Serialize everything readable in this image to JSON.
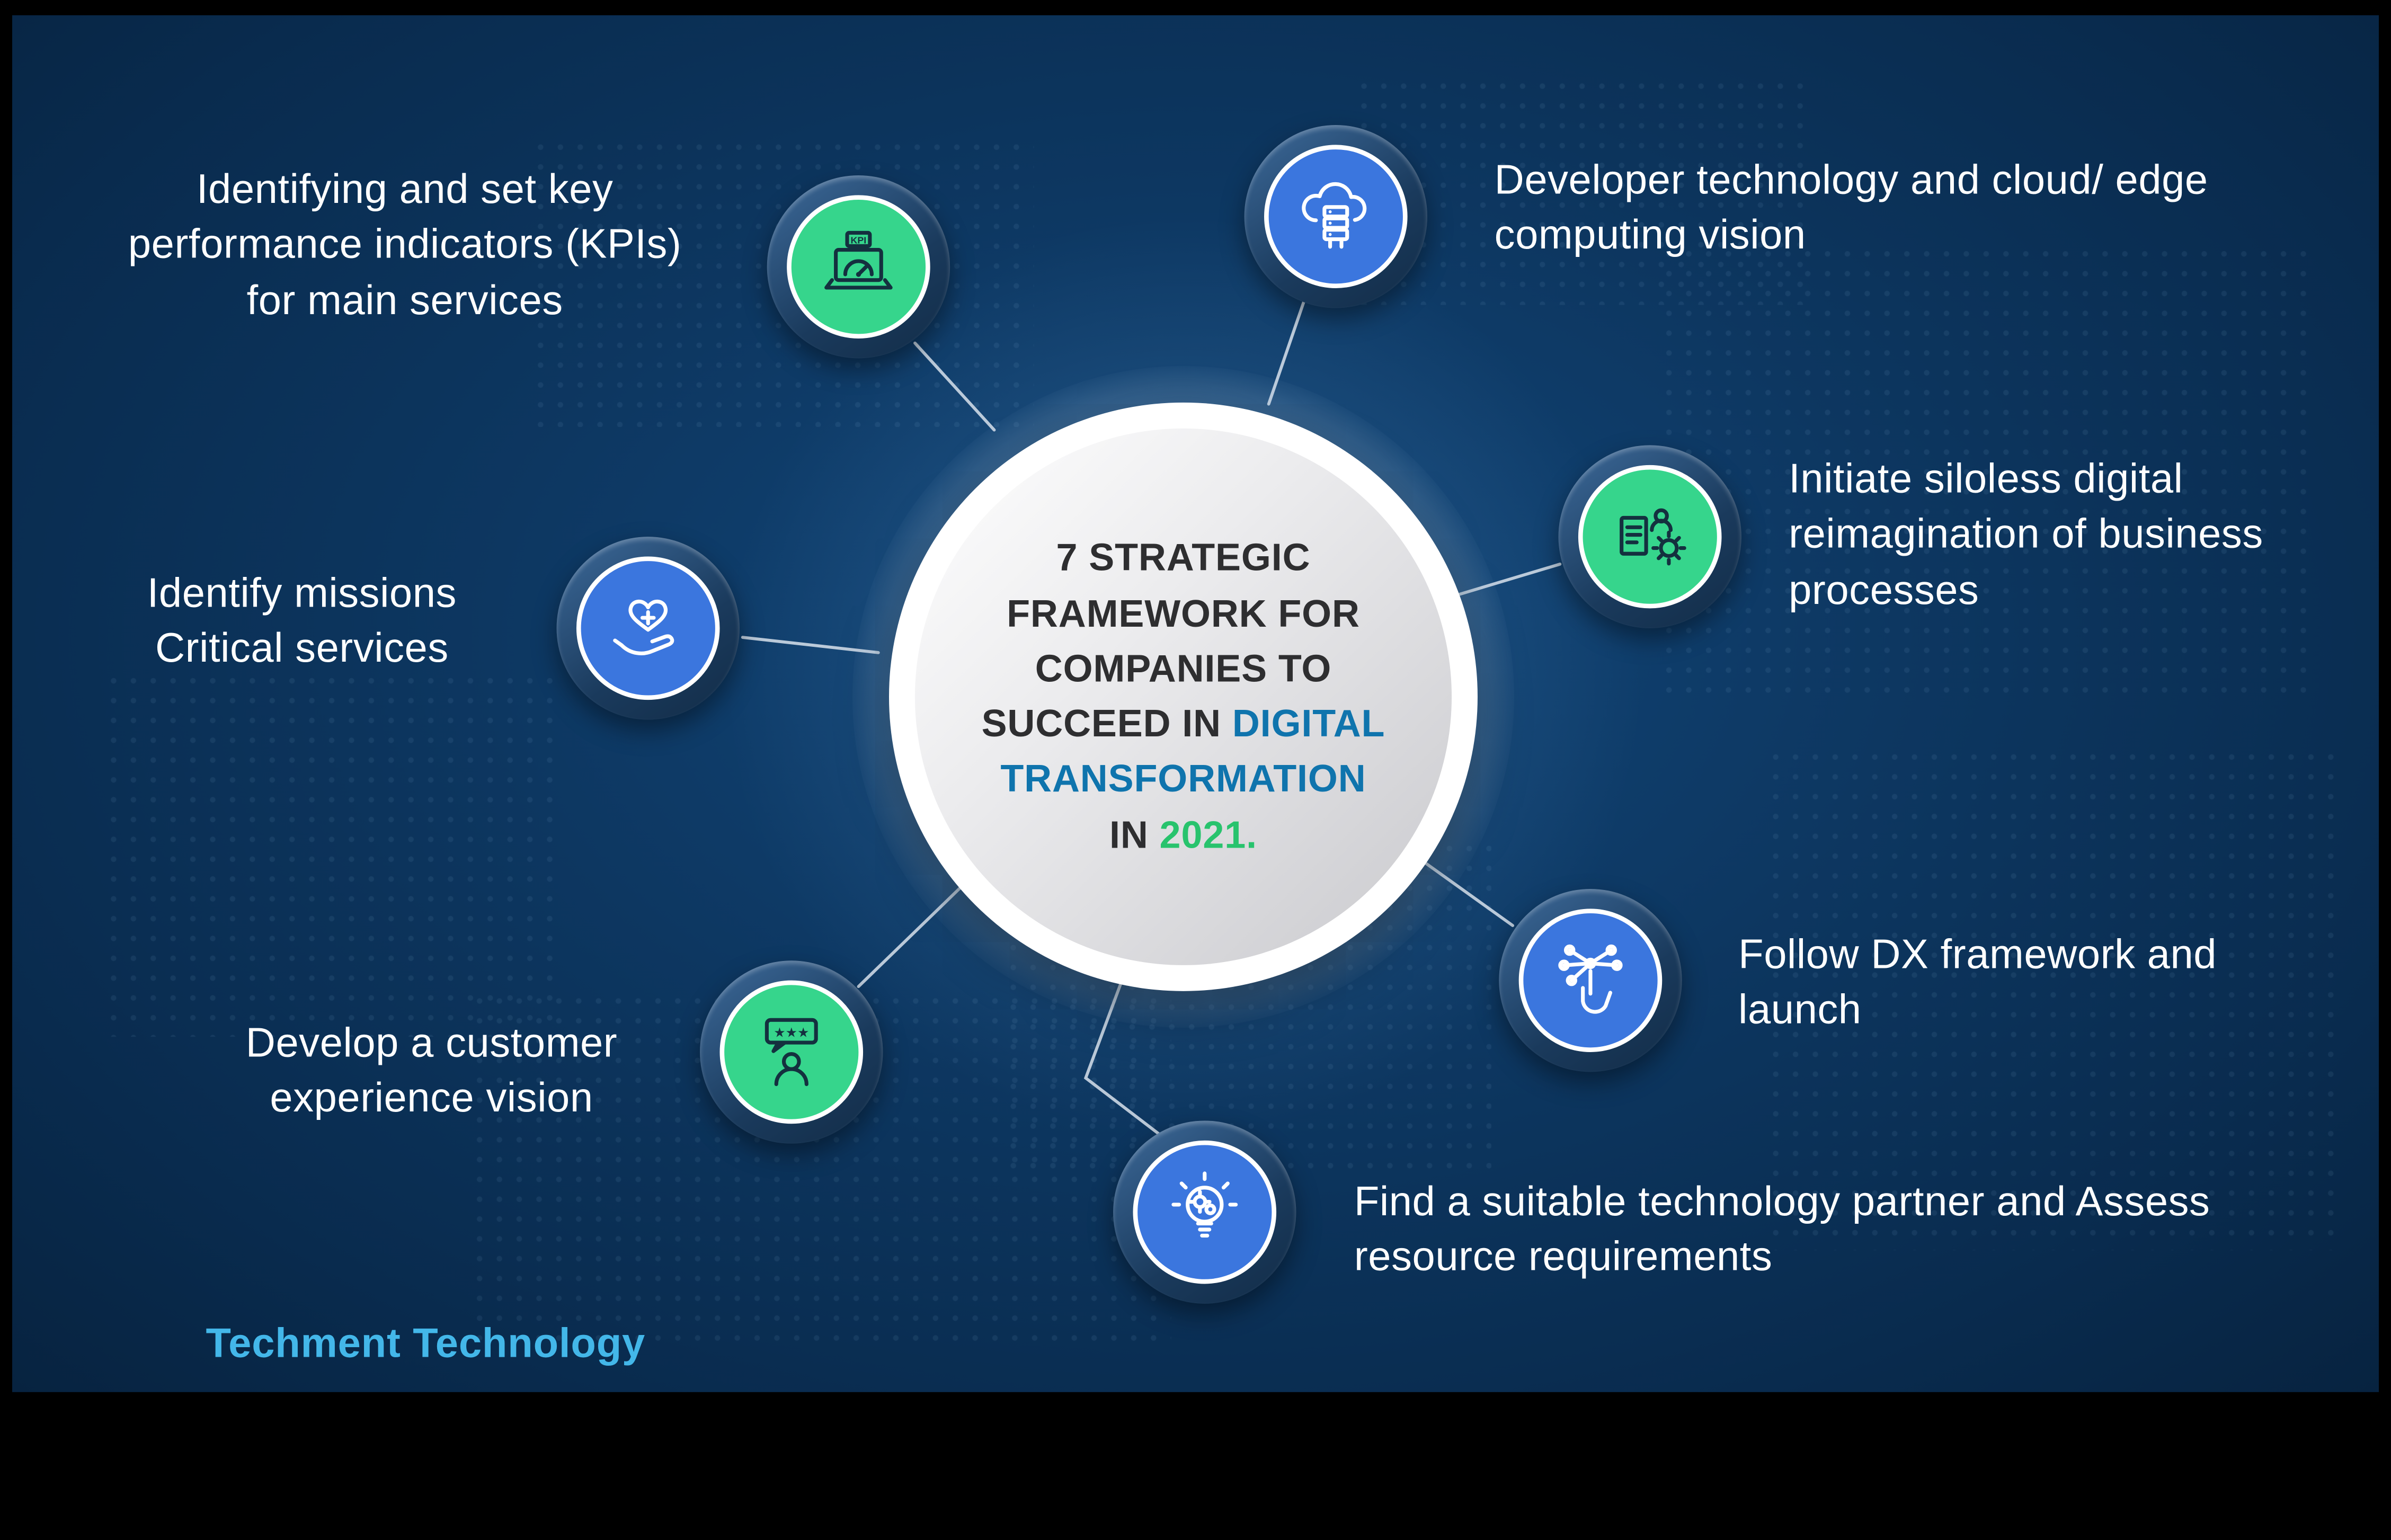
{
  "brand": {
    "label": "Techment Technology"
  },
  "center": {
    "part1": "7 STRATEGIC FRAMEWORK FOR COMPANIES TO SUCCEED IN ",
    "part2": "DIGITAL TRANSFORMATION",
    "part3": " IN ",
    "part4": "2021."
  },
  "nodes": [
    {
      "id": "kpi",
      "label": "Identifying and set key performance indicators (KPIs) for main services",
      "icon": "kpi-dashboard-icon",
      "color": "green"
    },
    {
      "id": "cloud",
      "label": "Developer technology and cloud/ edge computing vision",
      "icon": "cloud-server-icon",
      "color": "blue"
    },
    {
      "id": "siloless",
      "label": "Initiate siloless digital reimagination of business processes",
      "icon": "process-reimagination-icon",
      "color": "green"
    },
    {
      "id": "dx",
      "label": "Follow DX framework and launch",
      "icon": "dx-network-hand-icon",
      "color": "blue"
    },
    {
      "id": "partner",
      "label": "Find a suitable technology partner and Assess resource requirements",
      "icon": "idea-gears-icon",
      "color": "blue"
    },
    {
      "id": "customer",
      "label": "Develop a customer experience vision",
      "icon": "customer-feedback-icon",
      "color": "green"
    },
    {
      "id": "missions",
      "label": "Identify missions Critical services",
      "icon": "care-heart-hand-icon",
      "color": "blue"
    }
  ],
  "colors": {
    "panel_bg": "#0c325a",
    "center_blue": "#0f74ad",
    "center_green": "#28c36d",
    "node_green": "#36d58c",
    "node_blue": "#3b76de",
    "brand_blue": "#43b7e9",
    "label_white": "#ffffff",
    "line": "#d8e2ec"
  }
}
